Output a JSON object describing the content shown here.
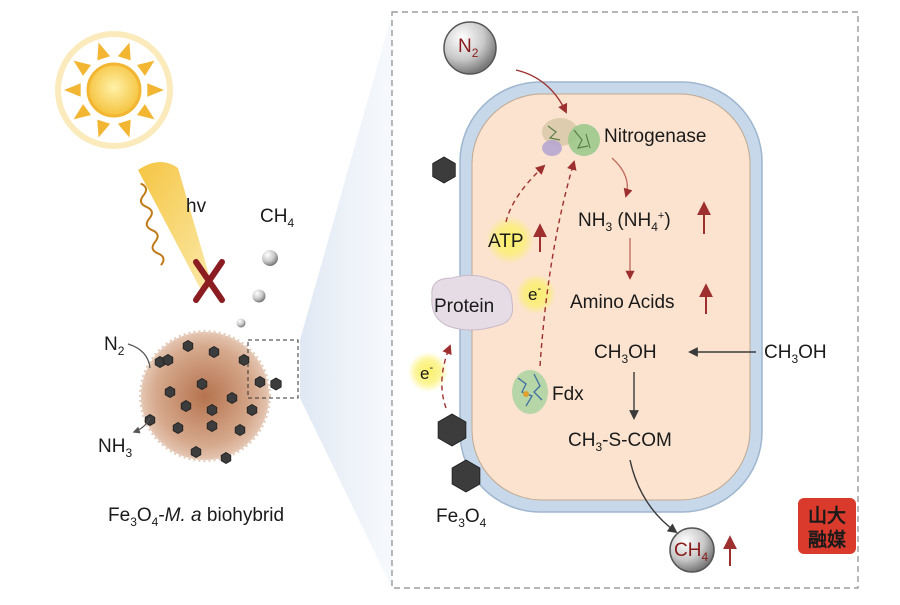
{
  "left_panel": {
    "hv_label": "hv",
    "ch4": {
      "main": "CH",
      "sub": "4"
    },
    "n2": {
      "main": "N",
      "sub": "2"
    },
    "nh3": {
      "main": "NH",
      "sub": "3"
    },
    "caption": {
      "p1": "Fe",
      "s1": "3",
      "p2": "O",
      "s2": "4",
      "p3": "-",
      "italic": "M. a",
      "p4": " biohybrid"
    }
  },
  "cell": {
    "n2_bubble": {
      "main": "N",
      "sub": "2"
    },
    "nitrogenase": "Nitrogenase",
    "nh3": {
      "p1": "NH",
      "s1": "3",
      "p2": " (NH",
      "s2": "4",
      "sup": "+",
      "p3": ")"
    },
    "atp": "ATP",
    "electron": {
      "main": "e",
      "sup": "-"
    },
    "protein": "Protein",
    "amino_acids": "Amino Acids",
    "ch3oh_inside": {
      "p1": "CH",
      "s1": "3",
      "p2": "OH"
    },
    "ch3oh_outside": {
      "p1": "CH",
      "s1": "3",
      "p2": "OH"
    },
    "fdx": "Fdx",
    "ch3scom": {
      "p1": "CH",
      "s1": "3",
      "p2": "-S-COM"
    },
    "ch4_bubble": {
      "main": "CH",
      "sub": "4"
    },
    "fe3o4": {
      "p1": "Fe",
      "s1": "3",
      "p2": "O",
      "s2": "4"
    }
  },
  "watermark": {
    "line1": "山大",
    "line2": "融媒"
  },
  "colors": {
    "sun": "#f7c948",
    "ray": "#f2b632",
    "cross": "#8b1c22",
    "cell_fill": "#fbe3cf",
    "membrane": "#c7d8ea",
    "red_arrow": "#9e2f2f",
    "glow": "#f7e94a",
    "particle": "#3c3c3c"
  }
}
